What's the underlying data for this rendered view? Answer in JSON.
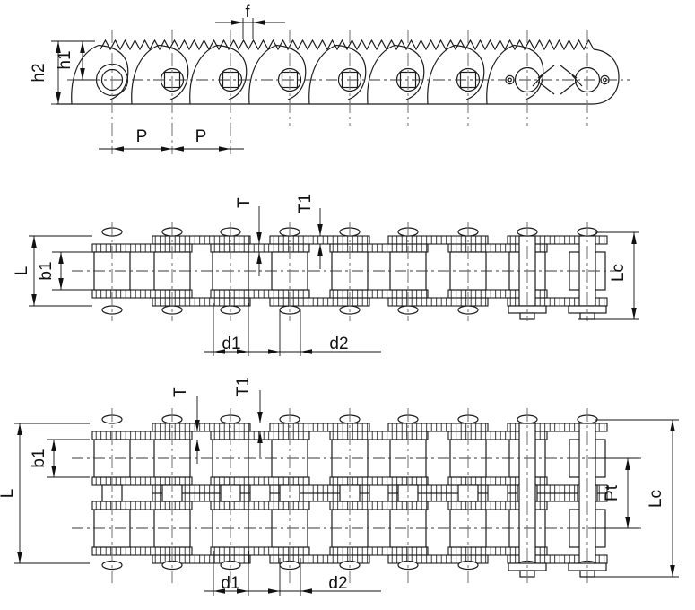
{
  "drawing": {
    "type": "roller-chain engineering drawing, three views",
    "colors": {
      "line": "#1b1b1b",
      "background": "#ffffff",
      "centerline": "#3a3a3a",
      "dimension": "#111111"
    }
  },
  "side_view": {
    "tooth_width": "f",
    "height_inner": "h1",
    "height_outer": "h2",
    "pitch_left": "P",
    "pitch_right": "P"
  },
  "simplex_plan": {
    "inner_plate_thickness": "T",
    "outer_plate_thickness": "T1",
    "overall_width": "L",
    "inner_width": "b1",
    "roller_diameter": "d1",
    "pin_diameter": "d2",
    "connecting_length": "Lc"
  },
  "duplex_plan": {
    "inner_plate_thickness": "T",
    "outer_plate_thickness": "T1",
    "overall_width": "L",
    "inner_width": "b1",
    "transverse_pitch": "Pt",
    "connecting_length": "Lc",
    "roller_diameter": "d1",
    "pin_diameter": "d2"
  }
}
